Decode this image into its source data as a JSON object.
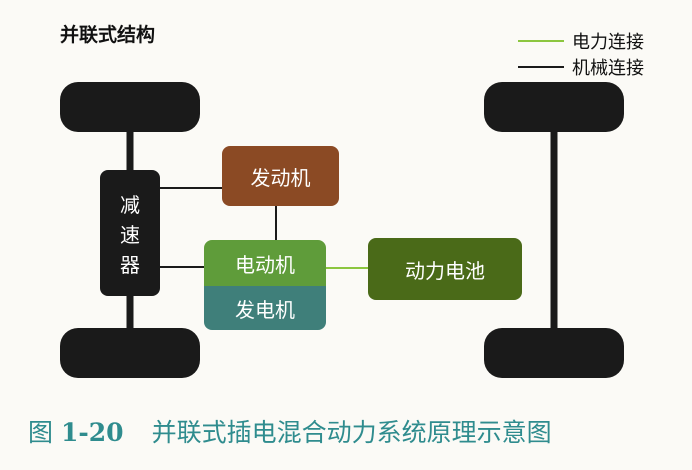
{
  "diagram": {
    "title": "并联式结构",
    "legend": [
      {
        "label": "电力连接",
        "color": "#8cc63f"
      },
      {
        "label": "机械连接",
        "color": "#1a1a1a"
      }
    ],
    "nodes": {
      "reducer": [
        "减",
        "速",
        "器"
      ],
      "engine": "发动机",
      "motor": "电动机",
      "generator": "发电机",
      "battery": "动力电池"
    }
  },
  "caption": {
    "label": "图",
    "number": "1-20",
    "text": "并联式插电混合动力系统原理示意图"
  }
}
